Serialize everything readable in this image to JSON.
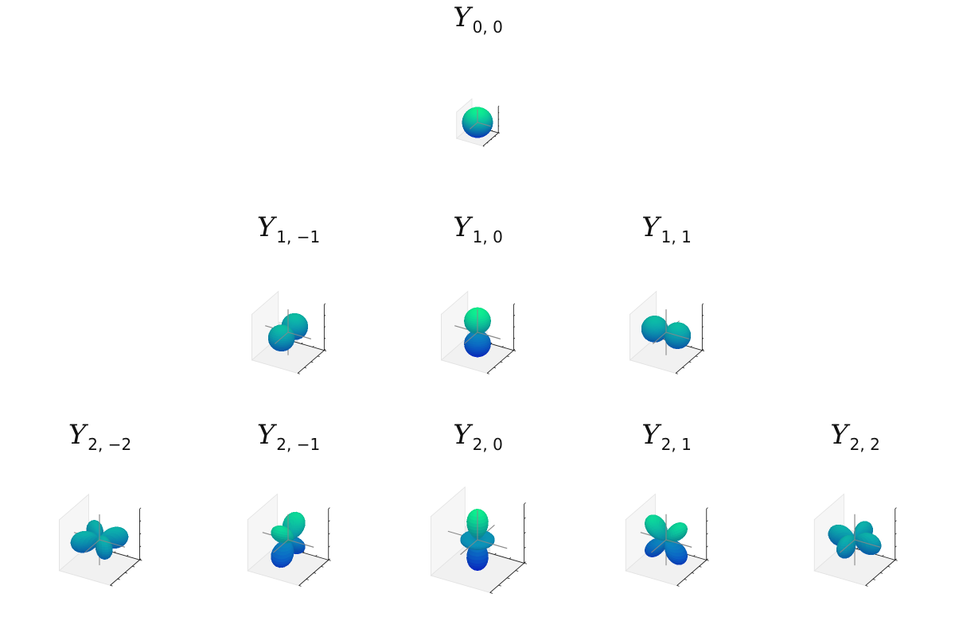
{
  "colors": {
    "lobe_low": "#0a22ea",
    "lobe_high": "#0df58f",
    "pane_left": "#ececec",
    "pane_back": "#f6f6f6",
    "pane_floor": "#f1f1f1",
    "axis_line": "#8a8a8a"
  },
  "chart_data": [
    {
      "type": "surface3d",
      "title_symbol": "Y",
      "l": 0,
      "m": 0,
      "subscript": "0, 0"
    },
    {
      "type": "surface3d",
      "title_symbol": "Y",
      "l": 1,
      "m": -1,
      "subscript": "1, −1"
    },
    {
      "type": "surface3d",
      "title_symbol": "Y",
      "l": 1,
      "m": 0,
      "subscript": "1, 0"
    },
    {
      "type": "surface3d",
      "title_symbol": "Y",
      "l": 1,
      "m": 1,
      "subscript": "1, 1"
    },
    {
      "type": "surface3d",
      "title_symbol": "Y",
      "l": 2,
      "m": -2,
      "subscript": "2, −2"
    },
    {
      "type": "surface3d",
      "title_symbol": "Y",
      "l": 2,
      "m": -1,
      "subscript": "2, −1"
    },
    {
      "type": "surface3d",
      "title_symbol": "Y",
      "l": 2,
      "m": 0,
      "subscript": "2, 0"
    },
    {
      "type": "surface3d",
      "title_symbol": "Y",
      "l": 2,
      "m": 1,
      "subscript": "2, 1"
    },
    {
      "type": "surface3d",
      "title_symbol": "Y",
      "l": 2,
      "m": 2,
      "subscript": "2, 2"
    }
  ]
}
